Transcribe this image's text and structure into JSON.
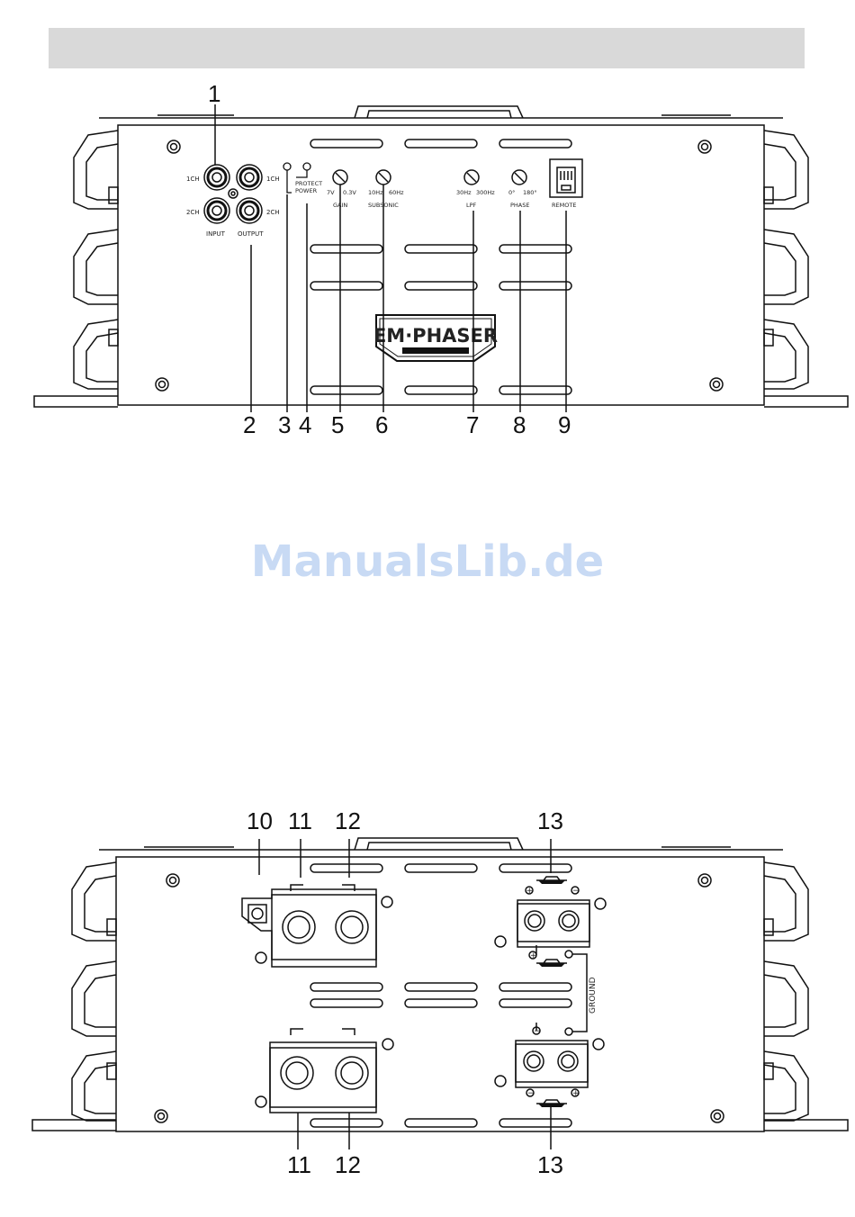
{
  "watermark": "ManualsLib.de",
  "top_panel": {
    "callouts": [
      "1",
      "2",
      "3",
      "4",
      "5",
      "6",
      "7",
      "8",
      "9"
    ],
    "rca": {
      "ch1_left": "1CH",
      "ch2_left": "2CH",
      "ch1_right": "1CH",
      "ch2_right": "2CH",
      "input": "INPUT",
      "output": "OUTPUT"
    },
    "leds": {
      "protect": "PROTECT",
      "power": "POWER"
    },
    "gain": {
      "min": "7V",
      "max": "0.3V",
      "label": "GAIN"
    },
    "subsonic": {
      "min": "10Hz",
      "max": "60Hz",
      "label": "SUBSONIC"
    },
    "lpf": {
      "min": "30Hz",
      "max": "300Hz",
      "label": "LPF"
    },
    "phase": {
      "min": "0°",
      "max": "180°",
      "label": "PHASE"
    },
    "remote": {
      "label": "REMOTE"
    },
    "logo": "EM·PHASER"
  },
  "bottom_panel": {
    "callouts_top": [
      "10",
      "11",
      "12",
      "13"
    ],
    "callouts_bottom": [
      "11",
      "12",
      "13"
    ],
    "ground_label": "GROUND",
    "plus": "+",
    "minus": "−"
  }
}
